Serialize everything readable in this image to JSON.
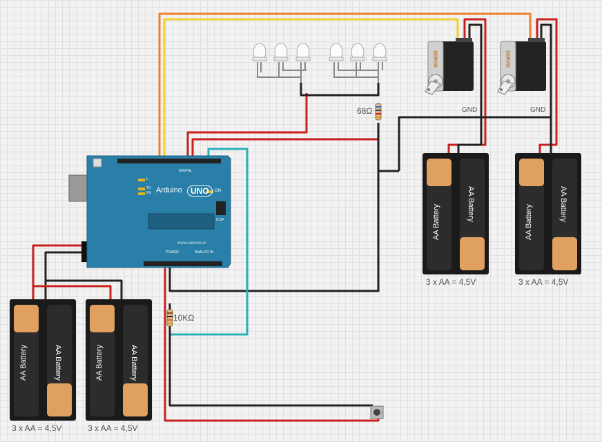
{
  "arduino": {
    "brand": "Arduino",
    "model": "UNO",
    "url": "www.arduino.cc",
    "digital_label": "DIGITAL",
    "power_label": "POWER",
    "analog_label": "ANALOG IN",
    "icsp_label": "ICSP",
    "on_label": "ON",
    "tx_label": "TX",
    "rx_label": "RX",
    "l_label": "L"
  },
  "battery_packs": [
    {
      "cell_label": "AA Battery",
      "caption": "3 x AA = 4,5V"
    },
    {
      "cell_label": "AA Battery",
      "caption": "3 x AA = 4,5V"
    },
    {
      "cell_label": "AA Battery",
      "caption": "3 x AA = 4,5V"
    },
    {
      "cell_label": "AA Battery",
      "caption": "3 x AA = 4,5V"
    }
  ],
  "servos": [
    {
      "brand": "SERVO",
      "gnd_label": "GND"
    },
    {
      "brand": "SERVO",
      "gnd_label": "GND"
    }
  ],
  "resistors": [
    {
      "value": "68Ω"
    },
    {
      "value": "10KΩ"
    }
  ],
  "leds": {
    "count": 6,
    "color": "white"
  },
  "colors": {
    "wire_red": "#cc1f1f",
    "wire_black": "#222222",
    "wire_orange": "#f08030",
    "wire_yellow": "#f0d030",
    "wire_cyan": "#2ab0b8",
    "board_blue": "#2a7fa8"
  }
}
